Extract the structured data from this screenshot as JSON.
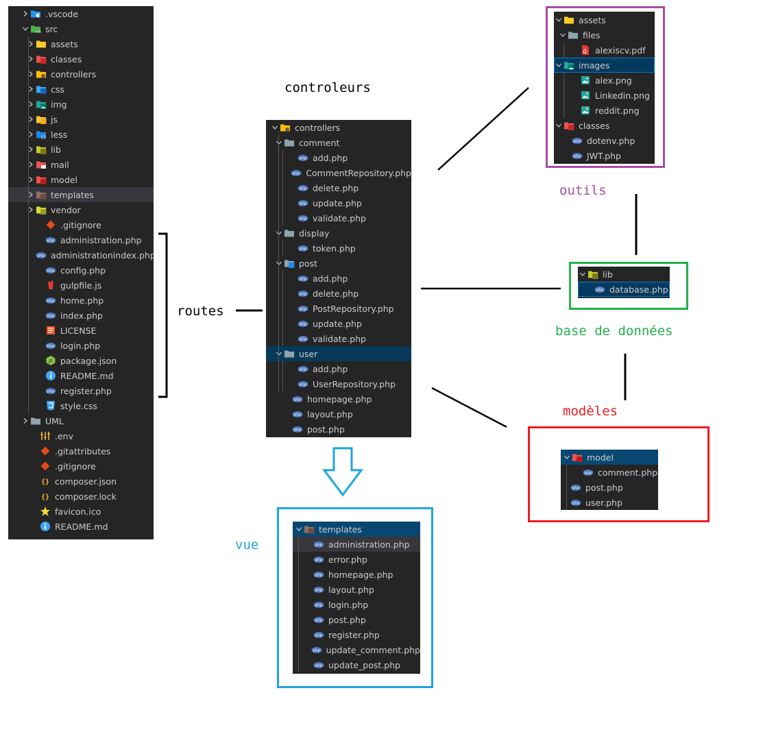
{
  "labels": {
    "controllers": "controleurs",
    "routes": "routes",
    "tools": "outils",
    "database": "base de données",
    "models": "modèles",
    "view": "vue"
  },
  "colors": {
    "tools": "#a64ca6",
    "database": "#22b14c",
    "models": "#ed1c24",
    "view": "#1ea5dc",
    "panel_bg": "#252526",
    "selection": "#094771"
  },
  "left_tree": [
    {
      "label": ".vscode",
      "icon": "folder-vscode-icon",
      "chevron": "right"
    },
    {
      "label": "src",
      "icon": "folder-src-icon",
      "chevron": "down"
    },
    {
      "label": "assets",
      "icon": "folder-assets-icon",
      "chevron": "right"
    },
    {
      "label": "classes",
      "icon": "folder-classes-icon",
      "chevron": "right"
    },
    {
      "label": "controllers",
      "icon": "folder-controllers-icon",
      "chevron": "right"
    },
    {
      "label": "css",
      "icon": "folder-css-icon",
      "chevron": "right"
    },
    {
      "label": "img",
      "icon": "folder-images-icon",
      "chevron": "right"
    },
    {
      "label": "js",
      "icon": "folder-js-icon",
      "chevron": "right"
    },
    {
      "label": "less",
      "icon": "folder-less-icon",
      "chevron": "right"
    },
    {
      "label": "lib",
      "icon": "folder-lib-icon",
      "chevron": "right"
    },
    {
      "label": "mail",
      "icon": "folder-mail-icon",
      "chevron": "right"
    },
    {
      "label": "model",
      "icon": "folder-model-icon",
      "chevron": "right"
    },
    {
      "label": "templates",
      "icon": "folder-templates-icon",
      "chevron": "right"
    },
    {
      "label": "vendor",
      "icon": "folder-vendor-icon",
      "chevron": "right"
    },
    {
      "label": ".gitignore",
      "icon": "git-icon"
    },
    {
      "label": "administration.php",
      "icon": "php-icon"
    },
    {
      "label": "administrationindex.php",
      "icon": "php-icon"
    },
    {
      "label": "config.php",
      "icon": "php-icon"
    },
    {
      "label": "gulpfile.js",
      "icon": "gulp-icon"
    },
    {
      "label": "home.php",
      "icon": "php-icon"
    },
    {
      "label": "index.php",
      "icon": "php-icon"
    },
    {
      "label": "LICENSE",
      "icon": "license-icon"
    },
    {
      "label": "login.php",
      "icon": "php-icon"
    },
    {
      "label": "package.json",
      "icon": "nodejs-icon"
    },
    {
      "label": "README.md",
      "icon": "info-icon"
    },
    {
      "label": "register.php",
      "icon": "php-icon"
    },
    {
      "label": "style.css",
      "icon": "css-icon"
    },
    {
      "label": "UML",
      "icon": "folder-icon",
      "chevron": "right"
    },
    {
      "label": ".env",
      "icon": "env-icon"
    },
    {
      "label": ".gitattributes",
      "icon": "git-icon"
    },
    {
      "label": ".gitignore",
      "icon": "git-icon"
    },
    {
      "label": "composer.json",
      "icon": "json-icon"
    },
    {
      "label": "composer.lock",
      "icon": "json-icon"
    },
    {
      "label": "favicon.ico",
      "icon": "star-icon"
    },
    {
      "label": "README.md",
      "icon": "info-icon"
    }
  ],
  "controllers_tree": [
    {
      "label": "controllers",
      "icon": "folder-controllers-icon",
      "chevron": "down"
    },
    {
      "label": "comment",
      "icon": "folder-icon",
      "chevron": "down"
    },
    {
      "label": "add.php",
      "icon": "php-icon"
    },
    {
      "label": "CommentRepository.php",
      "icon": "php-icon"
    },
    {
      "label": "delete.php",
      "icon": "php-icon"
    },
    {
      "label": "update.php",
      "icon": "php-icon"
    },
    {
      "label": "validate.php",
      "icon": "php-icon"
    },
    {
      "label": "display",
      "icon": "folder-icon",
      "chevron": "down"
    },
    {
      "label": "token.php",
      "icon": "php-icon"
    },
    {
      "label": "post",
      "icon": "folder-post-icon",
      "chevron": "down"
    },
    {
      "label": "add.php",
      "icon": "php-icon"
    },
    {
      "label": "delete.php",
      "icon": "php-icon"
    },
    {
      "label": "PostRepository.php",
      "icon": "php-icon"
    },
    {
      "label": "update.php",
      "icon": "php-icon"
    },
    {
      "label": "validate.php",
      "icon": "php-icon"
    },
    {
      "label": "user",
      "icon": "folder-icon",
      "chevron": "down"
    },
    {
      "label": "add.php",
      "icon": "php-icon"
    },
    {
      "label": "UserRepository.php",
      "icon": "php-icon"
    },
    {
      "label": "homepage.php",
      "icon": "php-icon"
    },
    {
      "label": "layout.php",
      "icon": "php-icon"
    },
    {
      "label": "post.php",
      "icon": "php-icon"
    }
  ],
  "tools_tree": [
    {
      "label": "assets",
      "icon": "folder-assets-icon",
      "chevron": "down"
    },
    {
      "label": "files",
      "icon": "folder-icon",
      "chevron": "down"
    },
    {
      "label": "alexiscv.pdf",
      "icon": "pdf-icon"
    },
    {
      "label": "images",
      "icon": "folder-images-icon",
      "chevron": "down"
    },
    {
      "label": "alex.png",
      "icon": "image-icon"
    },
    {
      "label": "Linkedin.png",
      "icon": "image-icon"
    },
    {
      "label": "reddit.png",
      "icon": "image-icon"
    },
    {
      "label": "classes",
      "icon": "folder-classes-icon",
      "chevron": "down"
    },
    {
      "label": "dotenv.php",
      "icon": "php-icon"
    },
    {
      "label": "JWT.php",
      "icon": "php-icon"
    }
  ],
  "db_tree": [
    {
      "label": "lib",
      "icon": "folder-lib-icon",
      "chevron": "down"
    },
    {
      "label": "database.php",
      "icon": "php-icon"
    }
  ],
  "model_tree": [
    {
      "label": "model",
      "icon": "folder-model-icon",
      "chevron": "down"
    },
    {
      "label": "comment.php",
      "icon": "php-icon"
    },
    {
      "label": "post.php",
      "icon": "php-icon"
    },
    {
      "label": "user.php",
      "icon": "php-icon"
    }
  ],
  "templates_tree": [
    {
      "label": "templates",
      "icon": "folder-templates-icon",
      "chevron": "down"
    },
    {
      "label": "administration.php",
      "icon": "php-icon"
    },
    {
      "label": "error.php",
      "icon": "php-icon"
    },
    {
      "label": "homepage.php",
      "icon": "php-icon"
    },
    {
      "label": "layout.php",
      "icon": "php-icon"
    },
    {
      "label": "login.php",
      "icon": "php-icon"
    },
    {
      "label": "post.php",
      "icon": "php-icon"
    },
    {
      "label": "register.php",
      "icon": "php-icon"
    },
    {
      "label": "update_comment.php",
      "icon": "php-icon"
    },
    {
      "label": "update_post.php",
      "icon": "php-icon"
    }
  ]
}
